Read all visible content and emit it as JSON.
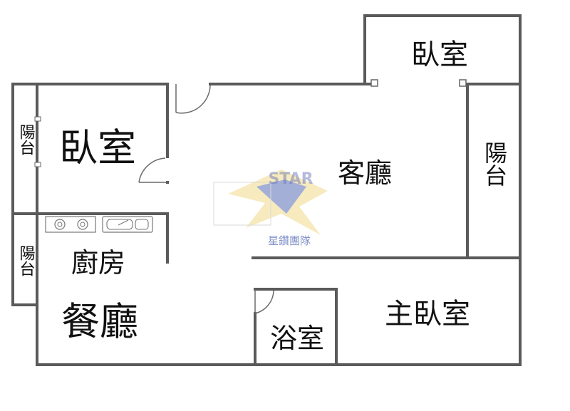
{
  "floor_plan": {
    "rooms": {
      "bedroom_top_right": "臥室",
      "bedroom_left": "臥室",
      "living_room": "客廳",
      "kitchen": "廚房",
      "dining_room": "餐廳",
      "bathroom": "浴室",
      "master_bedroom": "主臥室",
      "balcony_right": "陽台",
      "balcony_left_top": "陽台",
      "balcony_left_bottom": "陽台"
    },
    "watermark": {
      "text": "星鑽團隊",
      "logo_letters": "STAR"
    }
  },
  "colors": {
    "wall": "#5a5a5a",
    "watermark_gold": "#f2c94c",
    "watermark_blue": "#4a5fa8"
  }
}
